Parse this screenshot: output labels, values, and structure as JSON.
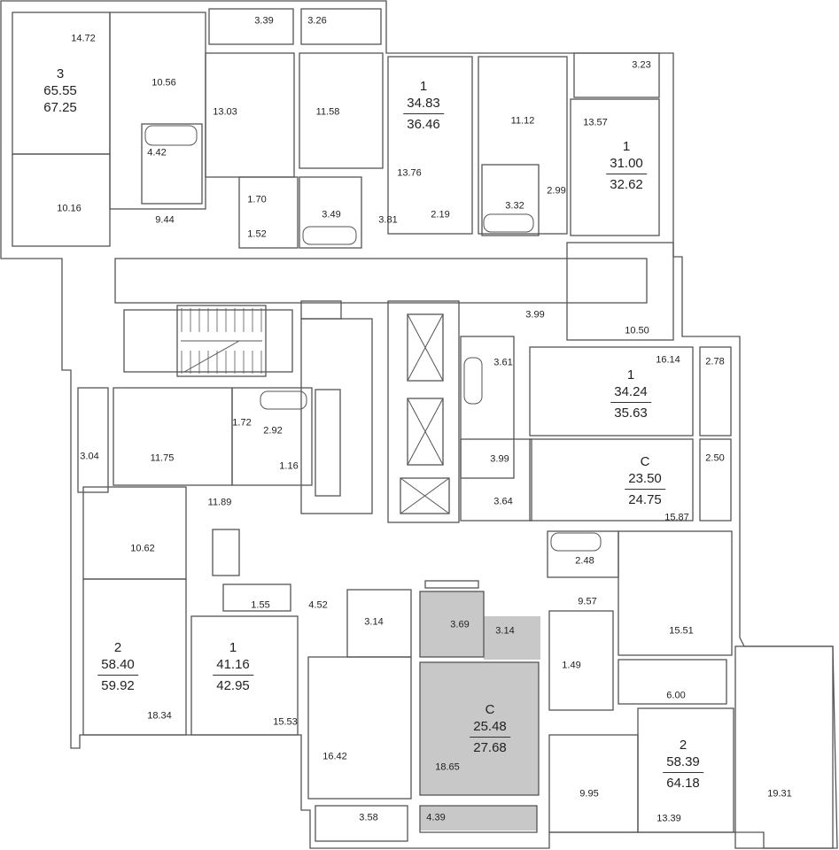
{
  "floor_plan": {
    "apartments": [
      {
        "id": "a1",
        "rooms": "3",
        "area_living": "65.55",
        "area_total": "67.25"
      },
      {
        "id": "a2",
        "rooms": "1",
        "area_living": "34.83",
        "area_total": "36.46"
      },
      {
        "id": "a3",
        "rooms": "1",
        "area_living": "31.00",
        "area_total": "32.62"
      },
      {
        "id": "a4",
        "rooms": "1",
        "area_living": "34.24",
        "area_total": "35.63"
      },
      {
        "id": "a5",
        "rooms": "С",
        "area_living": "23.50",
        "area_total": "24.75"
      },
      {
        "id": "a6",
        "rooms": "2",
        "area_living": "58.40",
        "area_total": "59.92"
      },
      {
        "id": "a7",
        "rooms": "1",
        "area_living": "41.16",
        "area_total": "42.95"
      },
      {
        "id": "a8",
        "rooms": "С",
        "area_living": "25.48",
        "area_total": "27.68",
        "highlighted": true
      },
      {
        "id": "a9",
        "rooms": "2",
        "area_living": "58.39",
        "area_total": "64.18"
      }
    ],
    "rooms": [
      "14.72",
      "10.56",
      "3.39",
      "3.26",
      "13.03",
      "11.58",
      "3.23",
      "13.57",
      "11.12",
      "4.42",
      "10.16",
      "9.44",
      "1.70",
      "3.49",
      "1.52",
      "3.81",
      "13.76",
      "2.19",
      "3.32",
      "2.99",
      "3.99",
      "10.50",
      "3.61",
      "16.14",
      "2.78",
      "1.72",
      "2.92",
      "3.04",
      "11.75",
      "1.16",
      "3.99",
      "2.50",
      "11.89",
      "3.64",
      "15.87",
      "10.62",
      "2.48",
      "4.52",
      "1.55",
      "9.57",
      "3.14",
      "3.69",
      "3.14",
      "15.51",
      "1.49",
      "18.34",
      "15.53",
      "6.00",
      "16.42",
      "18.65",
      "9.95",
      "13.39",
      "19.31",
      "3.58",
      "4.39"
    ],
    "colors": {
      "wall": "#555555",
      "highlight": "#c8c8c8",
      "window": "#777777"
    }
  }
}
